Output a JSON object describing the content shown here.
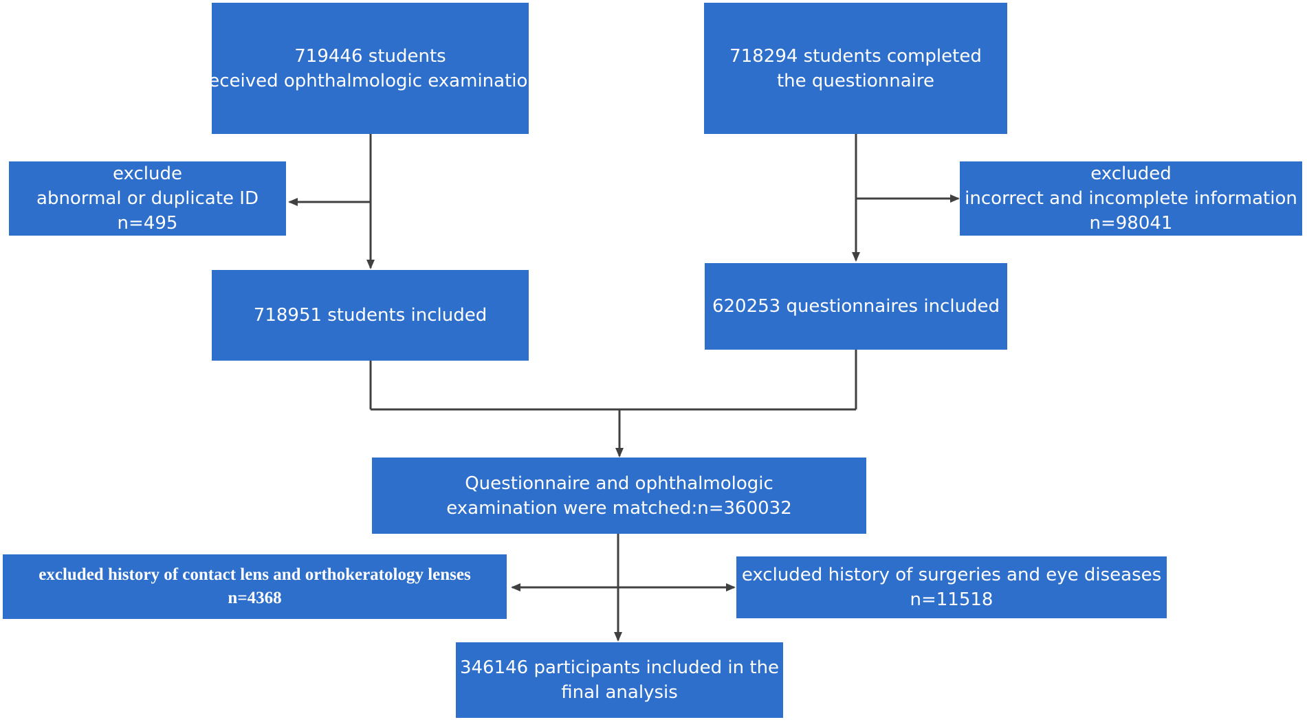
{
  "flow": {
    "exam": {
      "line1": "719446 students",
      "line2": "received ophthalmologic examination"
    },
    "questionnaire": {
      "line1": "718294 students completed",
      "line2": "the questionnaire"
    },
    "exclude_left": {
      "line1": "exclude",
      "line2": "abnormal or duplicate ID",
      "line3": "n=495"
    },
    "exclude_right": {
      "line1": "excluded",
      "line2": "incorrect and incomplete information",
      "line3": "n=98041"
    },
    "students_included": {
      "line1": "718951 students included"
    },
    "questionnaires_included": {
      "line1": "620253 questionnaires included"
    },
    "matched": {
      "line1": "Questionnaire and ophthalmologic",
      "line2": "examination were matched:n=360032"
    },
    "excluded_lens": {
      "line1": "excluded history of contact lens and orthokeratology lenses",
      "line2": "n=4368"
    },
    "excluded_surgery": {
      "line1": "excluded history of surgeries and eye diseases",
      "line2": "n=11518"
    },
    "final": {
      "line1": "346146 participants included in the",
      "line2": "final analysis"
    }
  },
  "colors": {
    "box_fill": "#2e6fcb",
    "box_text": "#ffffff",
    "connector": "#404040"
  }
}
